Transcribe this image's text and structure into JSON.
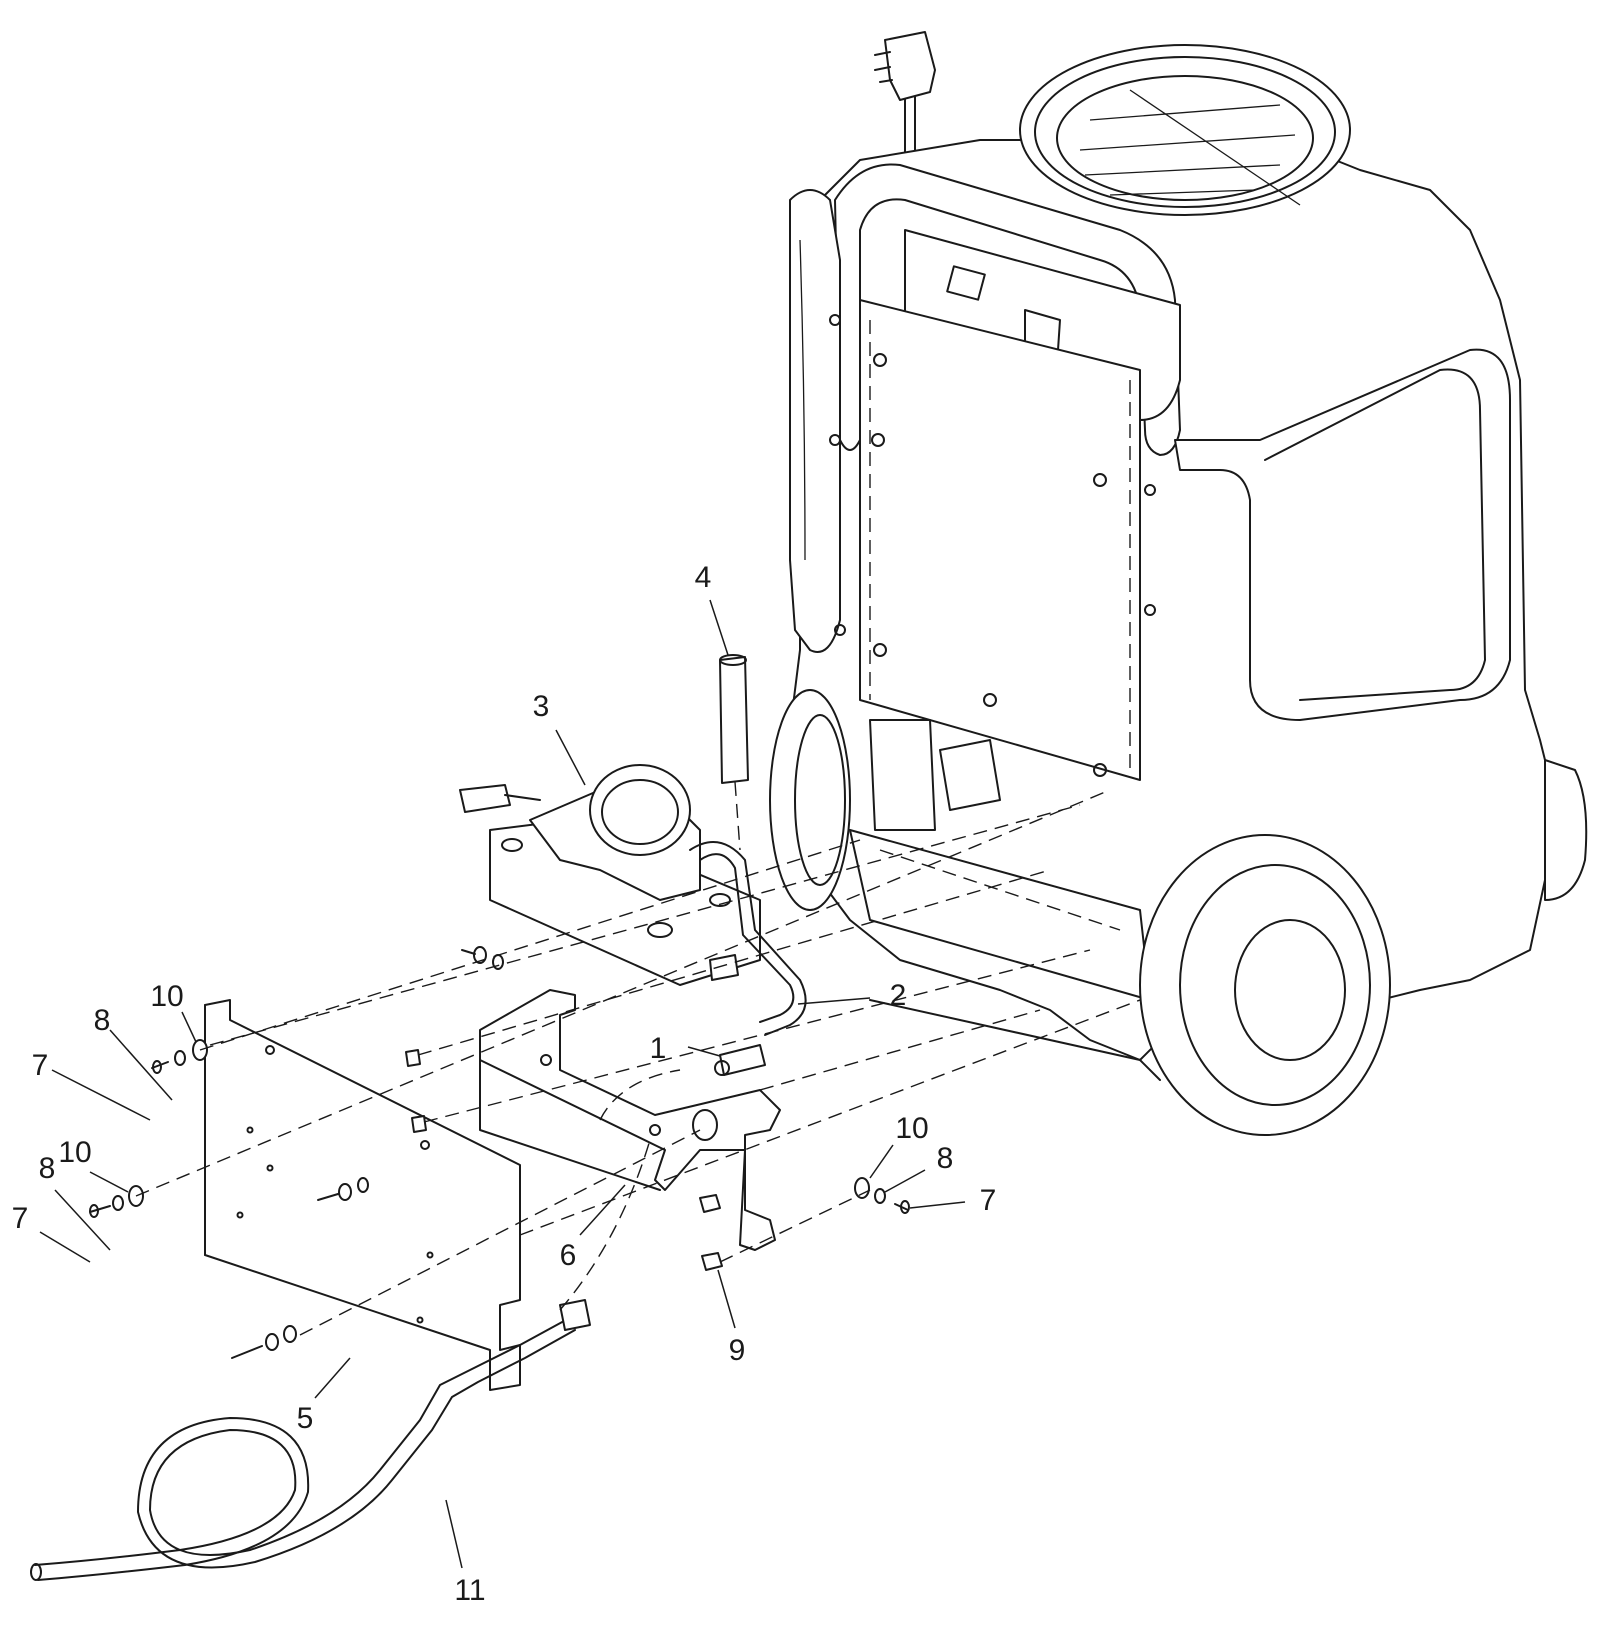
{
  "callouts": [
    {
      "id": "c1",
      "label": "1"
    },
    {
      "id": "c2",
      "label": "2"
    },
    {
      "id": "c3",
      "label": "3"
    },
    {
      "id": "c4",
      "label": "4"
    },
    {
      "id": "c5",
      "label": "5"
    },
    {
      "id": "c6",
      "label": "6"
    },
    {
      "id": "c7a",
      "label": "7"
    },
    {
      "id": "c7b",
      "label": "7"
    },
    {
      "id": "c7c",
      "label": "7"
    },
    {
      "id": "c8a",
      "label": "8"
    },
    {
      "id": "c8b",
      "label": "8"
    },
    {
      "id": "c8c",
      "label": "8"
    },
    {
      "id": "c9",
      "label": "9"
    },
    {
      "id": "c10a",
      "label": "10"
    },
    {
      "id": "c10b",
      "label": "10"
    },
    {
      "id": "c10c",
      "label": "10"
    },
    {
      "id": "c11",
      "label": "11"
    }
  ],
  "colors": {
    "line": "#1a1a1a",
    "background": "#ffffff",
    "shade": "#d9d9d9"
  },
  "icons": [
    "power-plug-icon"
  ]
}
